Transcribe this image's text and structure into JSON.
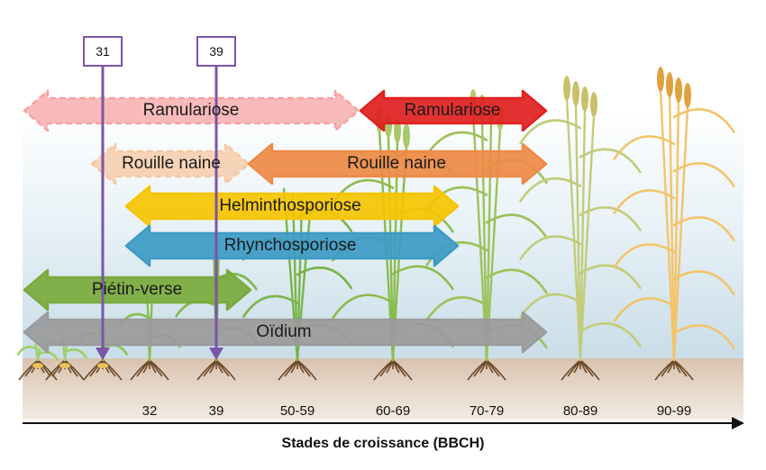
{
  "axis": {
    "title": "Stades de croissance (BBCH)",
    "stage_labels": [
      "32",
      "39",
      "50-59",
      "60-69",
      "70-79",
      "80-89",
      "90-99"
    ]
  },
  "markers": [
    "31",
    "39"
  ],
  "diseases": {
    "ramulariose_early": "Ramulariose",
    "ramulariose_late": "Ramulariose",
    "rouille_early": "Rouille naine",
    "rouille_late": "Rouille naine",
    "helminthosporiose": "Helminthosporiose",
    "rhynchosporiose": "Rhynchosporiose",
    "pietin_verse": "Piétin-verse",
    "oidium": "Oïdium"
  },
  "colors": {
    "ramulariose_early": "#f6a3a3",
    "ramulariose_late": "#e02020",
    "rouille_early": "#f7c7a0",
    "rouille_late": "#ee8a45",
    "helminthosporiose": "#f5c400",
    "rhynchosporiose": "#3d9ac4",
    "pietin_verse": "#7aaa3c",
    "oidium": "#9a9a9a",
    "marker": "#7a55a8"
  }
}
